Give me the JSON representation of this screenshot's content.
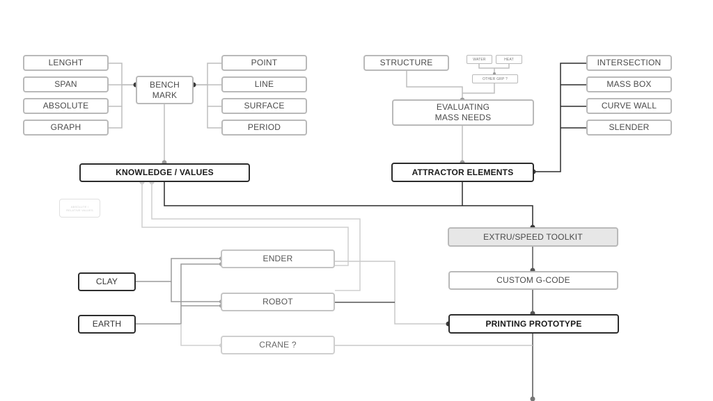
{
  "nodes": {
    "lenght": "LENGHT",
    "span": "SPAN",
    "absolute": "ABSOLUTE",
    "graph": "GRAPH",
    "benchmark": "BENCH\nMARK",
    "point": "POINT",
    "line": "LINE",
    "surface": "SURFACE",
    "period": "PERIOD",
    "knowledge_values": "KNOWLEDGE / VALUES",
    "structure": "STRUCTURE",
    "water": "WATER",
    "heat": "HEAT",
    "other_grp": "OTHER GRP ?",
    "evaluating": "EVALUATING\nMASS NEEDS",
    "attractor_elements": "ATTRACTOR ELEMENTS",
    "intersection": "INTERSECTION",
    "mass_box": "MASS BOX",
    "curve_wall": "CURVE WALL",
    "slender": "SLENDER",
    "absolute_relative": "ABSOLUTE /\nRELATIVE VALUES",
    "extru_speed_toolkit": "EXTRU/SPEED TOOLKIT",
    "custom_gcode": "CUSTOM G-CODE",
    "printing_prototype": "PRINTING PROTOTYPE",
    "ender": "ENDER",
    "robot": "ROBOT",
    "crane": "CRANE ?",
    "clay": "CLAY",
    "earth": "EARTH"
  },
  "colors": {
    "light_line": "#bdbdbd",
    "dark_line": "#2c2c2c",
    "dot": "#3a3a3a",
    "grey_dot": "#9a9a9a"
  }
}
